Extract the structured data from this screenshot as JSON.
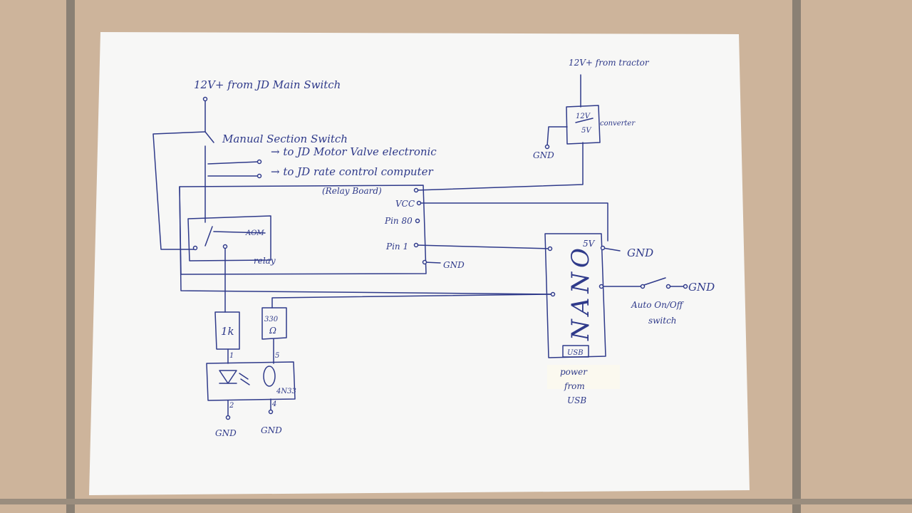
{
  "photo": {
    "surface_color": "#cdb49b",
    "grout_color": "#8a8074",
    "paper_color": "#f7f7f6",
    "ink_color": "#2f3a8a"
  },
  "diagram": {
    "top_supply": "12V+ from JD Main Switch",
    "manual_switch": "Manual Section Switch",
    "to_valve": "→ to JD Motor Valve electronic",
    "to_rate": "→ to JD rate control computer",
    "relay_board": "(Relay Board)",
    "vcc": "VCC",
    "pin_80": "Pin 80",
    "pin_1": "Pin 1",
    "gnd_board": "GND",
    "relay_label": "relay",
    "relay_contact": "AOM",
    "tractor_supply": "12V+ from tractor",
    "converter_in": "12V",
    "converter_out": "5V",
    "converter_label": "converter",
    "gnd_converter": "GND",
    "nano_label": "NANO",
    "pin_5v": "5V",
    "gnd_nano": "GND",
    "usb": "USB",
    "gnd_switch": "GND",
    "auto_switch_line1": "Auto On/Off",
    "auto_switch_line2": "switch",
    "power_line1": "power",
    "power_line2": "from",
    "power_line3": "USB",
    "resistor_1k": "1k",
    "resistor_330": "330",
    "ohm": "Ω",
    "pin_num_1": "1",
    "pin_num_2": "2",
    "pin_num_4": "4",
    "pin_num_5": "5",
    "optocoupler": "4N33",
    "gnd_opto_left": "GND",
    "gnd_opto_right": "GND"
  }
}
